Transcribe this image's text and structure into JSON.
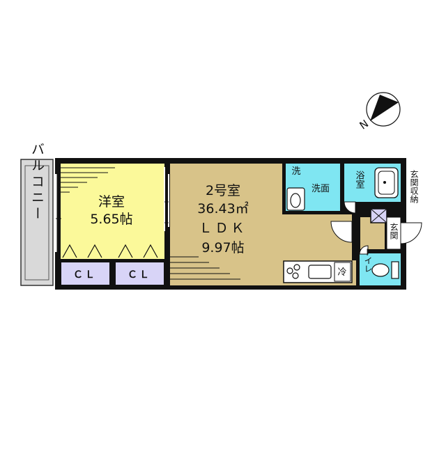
{
  "plan": {
    "balcony_label": "バルコニー",
    "western_room": {
      "name": "洋室",
      "size": "5.65帖"
    },
    "ldk_room": {
      "unit": "2号室",
      "area": "36.43㎡",
      "type": "ＬＤＫ",
      "size": "9.97帖"
    },
    "closets": [
      "ＣＬ",
      "ＣＬ"
    ],
    "washer_label": "洗",
    "washroom_label": "洗面",
    "bathroom_label": "浴室",
    "fridge_label": "冷",
    "toilet_label": "トイレ",
    "entrance_label": "玄関",
    "entrance_storage_label": "玄関収納",
    "compass_label": "N"
  },
  "colors": {
    "balcony": "#d9d9d9",
    "western_room": "#fbf99a",
    "ldk": "#d8c389",
    "wet_area": "#7fe6f2",
    "closet": "#d8d4f7",
    "entrance": "#d8c389",
    "entrance_storage": "#d8d4f7",
    "wall": "#111111"
  }
}
